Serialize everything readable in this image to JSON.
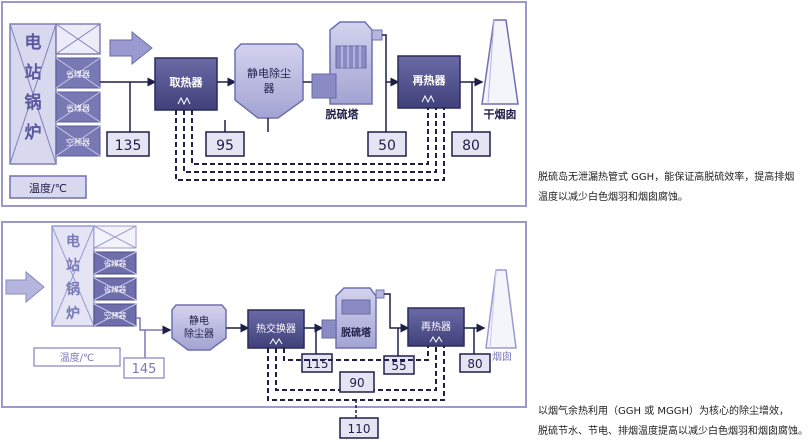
{
  "panel1": {
    "boiler_chars": [
      "电",
      "站",
      "锅",
      "炉"
    ],
    "boiler_tubes": [
      "省煤器",
      "省煤器",
      "空预器"
    ],
    "boxes": {
      "heat_taker": "取热器",
      "esp_line1": "静电除尘",
      "esp_line2": "器",
      "scrubber": "脱硫塔",
      "reheater": "再热器",
      "chimney": "干烟囱"
    },
    "temps": {
      "t1": "135",
      "t2": "95",
      "t3": "50",
      "t4": "80"
    },
    "temp_label": "温度/℃",
    "caption": [
      "脱硫岛无泄漏热管式 GGH，能保证高脱硫效率，提高排烟",
      "温度以减少白色烟羽和烟囱腐蚀。"
    ]
  },
  "panel2": {
    "boiler_chars": [
      "电",
      "站",
      "锅",
      "炉"
    ],
    "boiler_tubes": [
      "省煤器",
      "省煤器",
      "空预器"
    ],
    "boxes": {
      "esp_line1": "静电",
      "esp_line2": "除尘器",
      "heat_exchanger": "热交换器",
      "scrubber": "脱硫塔",
      "reheater": "再热器",
      "chimney": "烟囱"
    },
    "temps": {
      "t1": "145",
      "t2": "115",
      "t3": "90",
      "t4": "55",
      "t5": "80",
      "t6": "110"
    },
    "temp_label": "温度/℃",
    "caption": [
      "以烟气余热利用（GGH 或 MGGH）为核心的除尘增效，",
      "脱硫节水、节电、排烟温度提高以减少白色烟羽和烟囱腐蚀。"
    ]
  },
  "colors": {
    "border": "#9a9ad0",
    "box_dark": "#4a4a86",
    "box_light": "#b5b5dd",
    "line": "#1f1f4a",
    "temp_fill": "#e4e4f2"
  }
}
